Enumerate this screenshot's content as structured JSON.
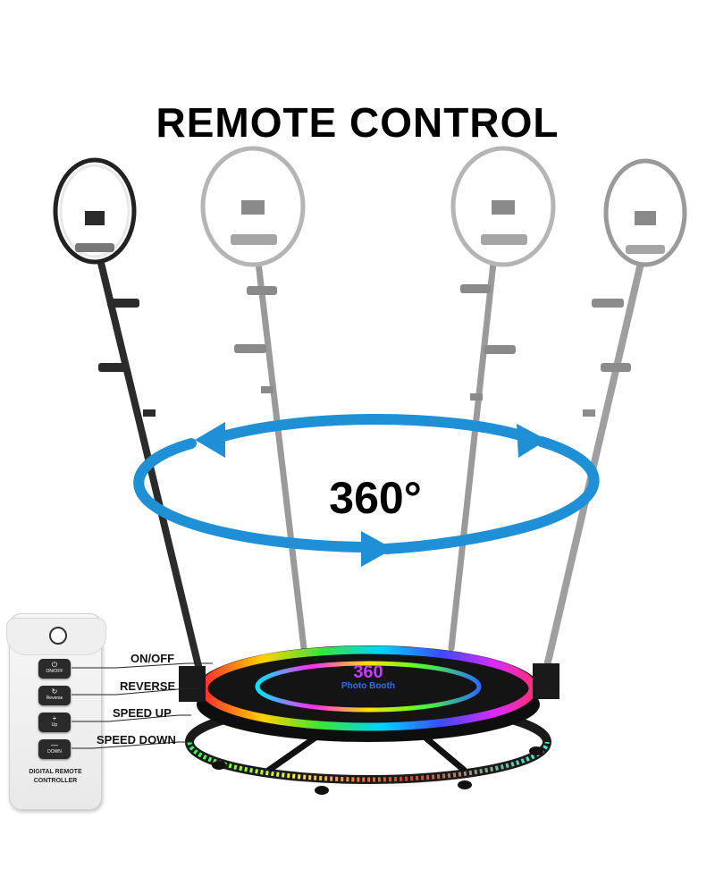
{
  "title": "REMOTE CONTROL",
  "rotation_label": "360°",
  "platform": {
    "logo_number": "360",
    "logo_text": "Photo Booth"
  },
  "remote": {
    "label_line1": "DIGITAL REMOTE",
    "label_line2": "CONTROLLER",
    "buttons": [
      {
        "glyph": "⏻",
        "text": "ON/OFF",
        "icon": "power-icon"
      },
      {
        "glyph": "↻",
        "text": "Reverse",
        "icon": "reverse-icon"
      },
      {
        "glyph": "+",
        "text": "Up",
        "icon": "plus-icon"
      },
      {
        "glyph": "—",
        "text": "DOWN",
        "icon": "minus-icon"
      }
    ]
  },
  "callouts": [
    "ON/OFF",
    "REVERSE",
    "SPEED UP",
    "SPEED DOWN"
  ],
  "colors": {
    "arrow_blue": "#1f8fd6",
    "ring_light": "#ffffff",
    "pole_dark": "#2b2b2b",
    "pole_grey": "#9a9a9a",
    "platform": "#141414"
  }
}
